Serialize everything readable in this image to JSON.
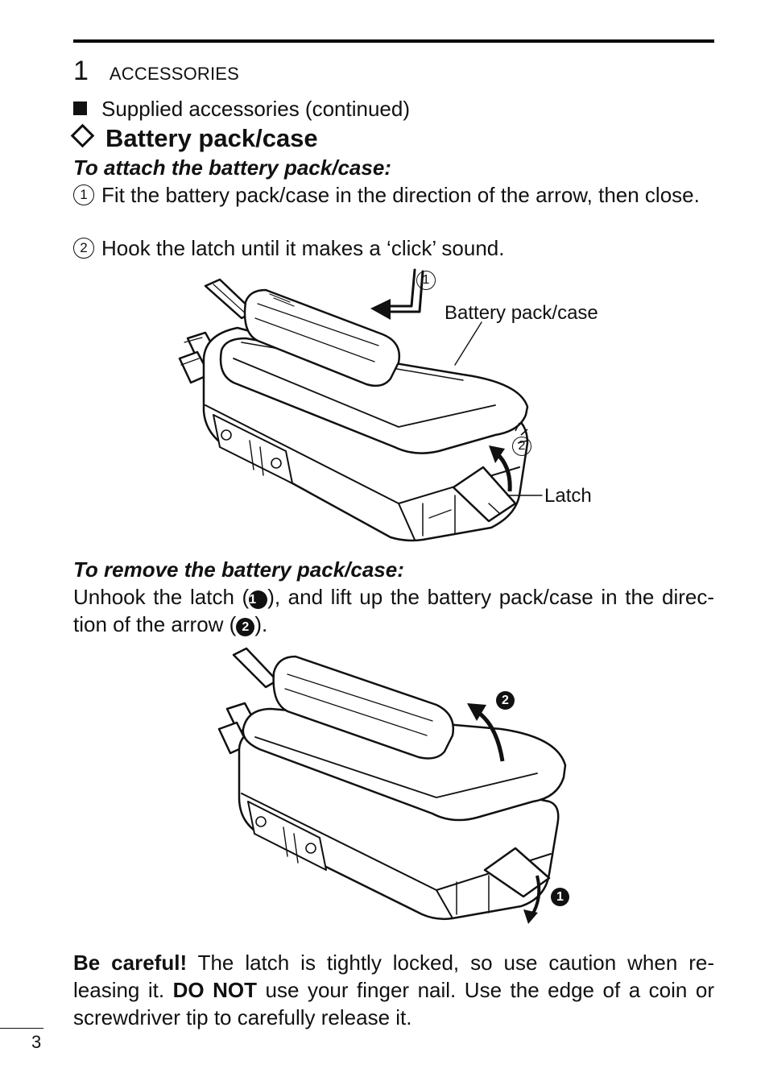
{
  "header": {
    "chapter_number": "1",
    "chapter_title": "ACCESSORIES"
  },
  "section": {
    "title": "Supplied accessories (continued)"
  },
  "subsection": {
    "title": "Battery pack/case"
  },
  "attach": {
    "heading": "To attach the battery pack/case:",
    "steps": [
      {
        "num": "1",
        "text": "Fit the battery pack/case in the direction of the arrow, then close."
      },
      {
        "num": "2",
        "text": "Hook the latch until it makes a ‘click’ sound."
      }
    ],
    "figure": {
      "step1_marker": "1",
      "step2_marker": "2",
      "label_case": "Battery pack/case",
      "label_latch": "Latch"
    }
  },
  "remove": {
    "heading": "To remove the battery pack/case:",
    "line1_a": "Unhook the latch (",
    "marker1": "1",
    "line1_b": "), and lift up the battery pack/case in the direc-",
    "line2_a": "tion of the arrow (",
    "marker2": "2",
    "line2_b": ").",
    "figure": {
      "marker1": "1",
      "marker2": "2"
    }
  },
  "caution": {
    "emph1": "Be careful!",
    "text1": " The latch is tightly locked, so use caution when re-",
    "text2a": "leasing it. ",
    "emph2": "DO NOT",
    "text2b": " use your finger nail. Use the edge of a coin or",
    "text3": "screwdriver tip to carefully release it."
  },
  "footer": {
    "page_number": "3"
  }
}
